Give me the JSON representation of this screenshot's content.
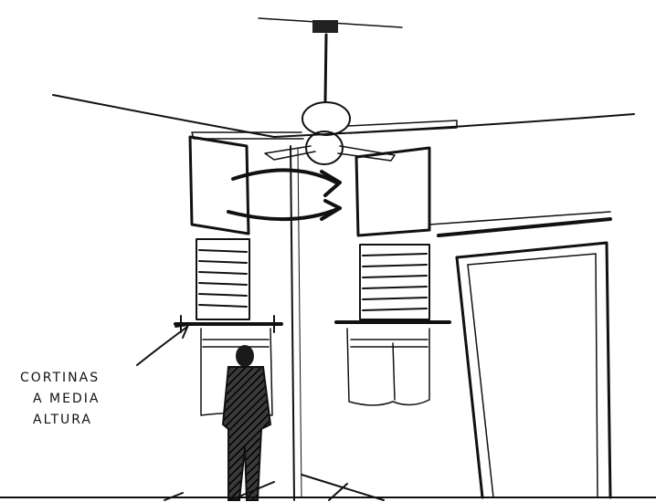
{
  "annotation": {
    "lines": [
      "CORTINAS",
      "A MEDIA",
      "ALTURA"
    ]
  },
  "colors": {
    "ink": "#111111",
    "paper": "#ffffff"
  }
}
